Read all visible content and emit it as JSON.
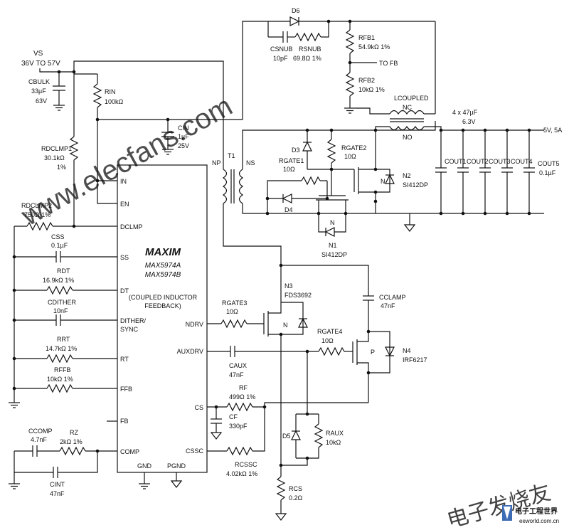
{
  "ic": {
    "logo": "MAXIM",
    "part_a": "MAX5974A",
    "part_b": "MAX5974B",
    "mode_line1": "(COUPLED INDUCTOR",
    "mode_line2": "FEEDBACK)",
    "pins_left": [
      "IN",
      "EN",
      "DCLMP",
      "SS",
      "DT",
      "DITHER/",
      "SYNC",
      "RT",
      "FFB",
      "FB",
      "COMP"
    ],
    "pins_right": [
      "NDRV",
      "AUXDRV",
      "CS",
      "CSSC"
    ],
    "pins_bottom": [
      "GND",
      "PGND"
    ]
  },
  "supply": {
    "label": "VS",
    "range": "36V TO 57V"
  },
  "components": {
    "cbulk": {
      "name": "CBULK",
      "value": "33µF",
      "value2": "63V"
    },
    "rin": {
      "name": "RIN",
      "value": "100kΩ"
    },
    "cin": {
      "name": "CIN",
      "value": "1µF",
      "value2": "25V"
    },
    "rdclmp1": {
      "name": "RDCLMP1",
      "value": "30.1kΩ",
      "value2": "1%"
    },
    "rdclmp2": {
      "name": "RDCLMP2",
      "value": "750Ω  1%"
    },
    "css": {
      "name": "CSS",
      "value": "0.1µF"
    },
    "rdt": {
      "name": "RDT",
      "value": "16.9kΩ  1%"
    },
    "cdither": {
      "name": "CDITHER",
      "value": "10nF"
    },
    "rrt": {
      "name": "RRT",
      "value": "14.7kΩ  1%"
    },
    "rffb": {
      "name": "RFFB",
      "value": "10kΩ  1%"
    },
    "ccomp": {
      "name": "CCOMP",
      "value": "4.7nF"
    },
    "rz": {
      "name": "RZ",
      "value": "2kΩ  1%"
    },
    "cint": {
      "name": "CINT",
      "value": "47nF"
    },
    "d6": {
      "name": "D6"
    },
    "csnub": {
      "name": "CSNUB",
      "value": "10pF"
    },
    "rsnub": {
      "name": "RSNUB",
      "value": "69.8Ω 1%"
    },
    "rfb1": {
      "name": "RFB1",
      "value": "54.9kΩ 1%"
    },
    "to_fb": "TO FB",
    "rfb2": {
      "name": "RFB2",
      "value": "10kΩ  1%"
    },
    "lcoupled": {
      "name": "LCOUPLED",
      "nc": "NC",
      "no": "NO"
    },
    "cout_group": {
      "count": "4 x 47µF",
      "voltage": "6.3V"
    },
    "vout": "5V, 5A",
    "t1": {
      "name": "T1",
      "np": "NP",
      "ns": "NS"
    },
    "d3": {
      "name": "D3"
    },
    "d4": {
      "name": "D4"
    },
    "rgate1": {
      "name": "RGATE1",
      "value": "10Ω"
    },
    "rgate2": {
      "name": "RGATE2",
      "value": "10Ω"
    },
    "n2": {
      "name": "N2",
      "part": "SI412DP",
      "type": "N"
    },
    "n1": {
      "name": "N1",
      "part": "SI412DP",
      "type": "N"
    },
    "couts": [
      "COUT1",
      "COUT2",
      "COUT3",
      "COUT4"
    ],
    "cout5": {
      "name": "COUT5",
      "value": "0.1µF"
    },
    "n3": {
      "name": "N3",
      "part": "FDS3692",
      "type": "N"
    },
    "rgate3": {
      "name": "RGATE3",
      "value": "10Ω"
    },
    "cclamp": {
      "name": "CCLAMP",
      "value": "47nF"
    },
    "rgate4": {
      "name": "RGATE4",
      "value": "10Ω"
    },
    "n4": {
      "name": "N4",
      "part": "IRF6217",
      "type": "P"
    },
    "caux": {
      "name": "CAUX",
      "value": "47nF"
    },
    "rf": {
      "name": "RF",
      "value": "499Ω  1%"
    },
    "cf": {
      "name": "CF",
      "value": "330pF"
    },
    "d5": {
      "name": "D5"
    },
    "raux": {
      "name": "RAUX",
      "value": "10kΩ"
    },
    "rcssc": {
      "name": "RCSSC",
      "value": "4.02kΩ  1%"
    },
    "rcs": {
      "name": "RCS",
      "value": "0.2Ω"
    }
  },
  "watermarks": {
    "elecfans": "www.elecfans.com",
    "cn_text": "电子发烧友",
    "eeworld_name": "电子工程世界",
    "eeworld_url": "eeworld.com.cn"
  },
  "colors": {
    "ink": "#111111",
    "watermark": "#e06a2a",
    "background": "#ffffff"
  }
}
